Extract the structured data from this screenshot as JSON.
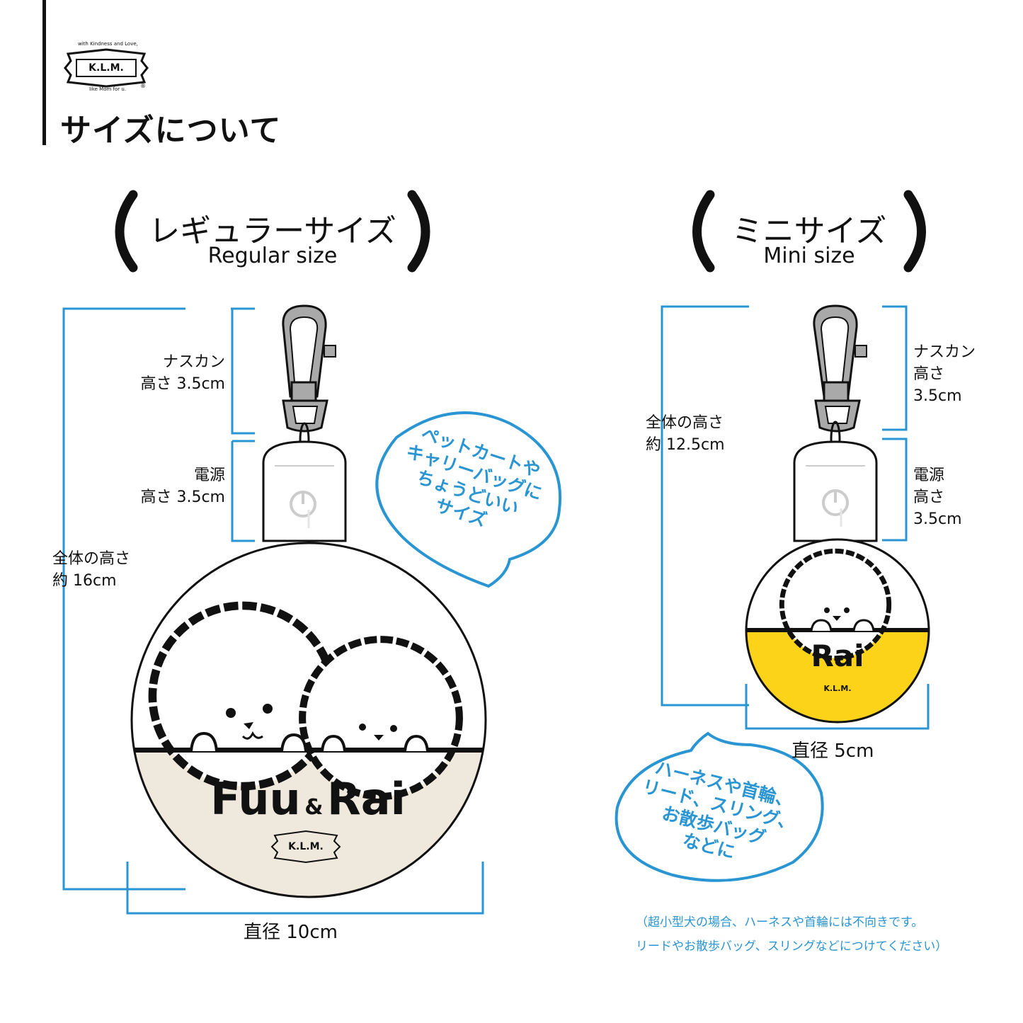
{
  "brand": {
    "logo_text": "K.L.M.",
    "logo_top": "with Kindness and Love,",
    "logo_bottom": "like Mom for u.",
    "registered": "®"
  },
  "page_title": "サイズについて",
  "regular": {
    "heading_jp": "レギュラーサイズ",
    "heading_en": "Regular size",
    "clasp_label": "ナスカン",
    "clasp_height": "高さ 3.5cm",
    "power_label": "電源",
    "power_height": "高さ 3.5cm",
    "total_label": "全体の高さ",
    "total_height": "約 16cm",
    "diameter": "直径 10cm",
    "tag_name_1": "Fuu",
    "tag_amp": "&",
    "tag_name_2": "Rai",
    "bubble_lines": [
      "ペットカートや",
      "キャリーバッグに",
      "ちょうどいい",
      "サイズ"
    ]
  },
  "mini": {
    "heading_jp": "ミニサイズ",
    "heading_en": "Mini size",
    "clasp_label": "ナスカン",
    "clasp_height_1": "高さ",
    "clasp_height_2": "3.5cm",
    "power_label": "電源",
    "power_height_1": "高さ",
    "power_height_2": "3.5cm",
    "total_label": "全体の高さ",
    "total_height": "約 12.5cm",
    "diameter": "直径 5cm",
    "tag_name": "Rai",
    "tag_brand": "K.L.M.",
    "bubble_lines": [
      "ハーネスや首輪、",
      "リード、スリング、",
      "お散歩バッグ",
      "などに"
    ]
  },
  "notes": [
    "（超小型犬の場合、ハーネスや首輪には不向きです。",
    "リードやお散歩バッグ、スリングなどにつけてください）"
  ],
  "colors": {
    "accent_blue": "#2a95d3",
    "regular_band": "#efe8dc",
    "mini_band": "#fcd319"
  }
}
